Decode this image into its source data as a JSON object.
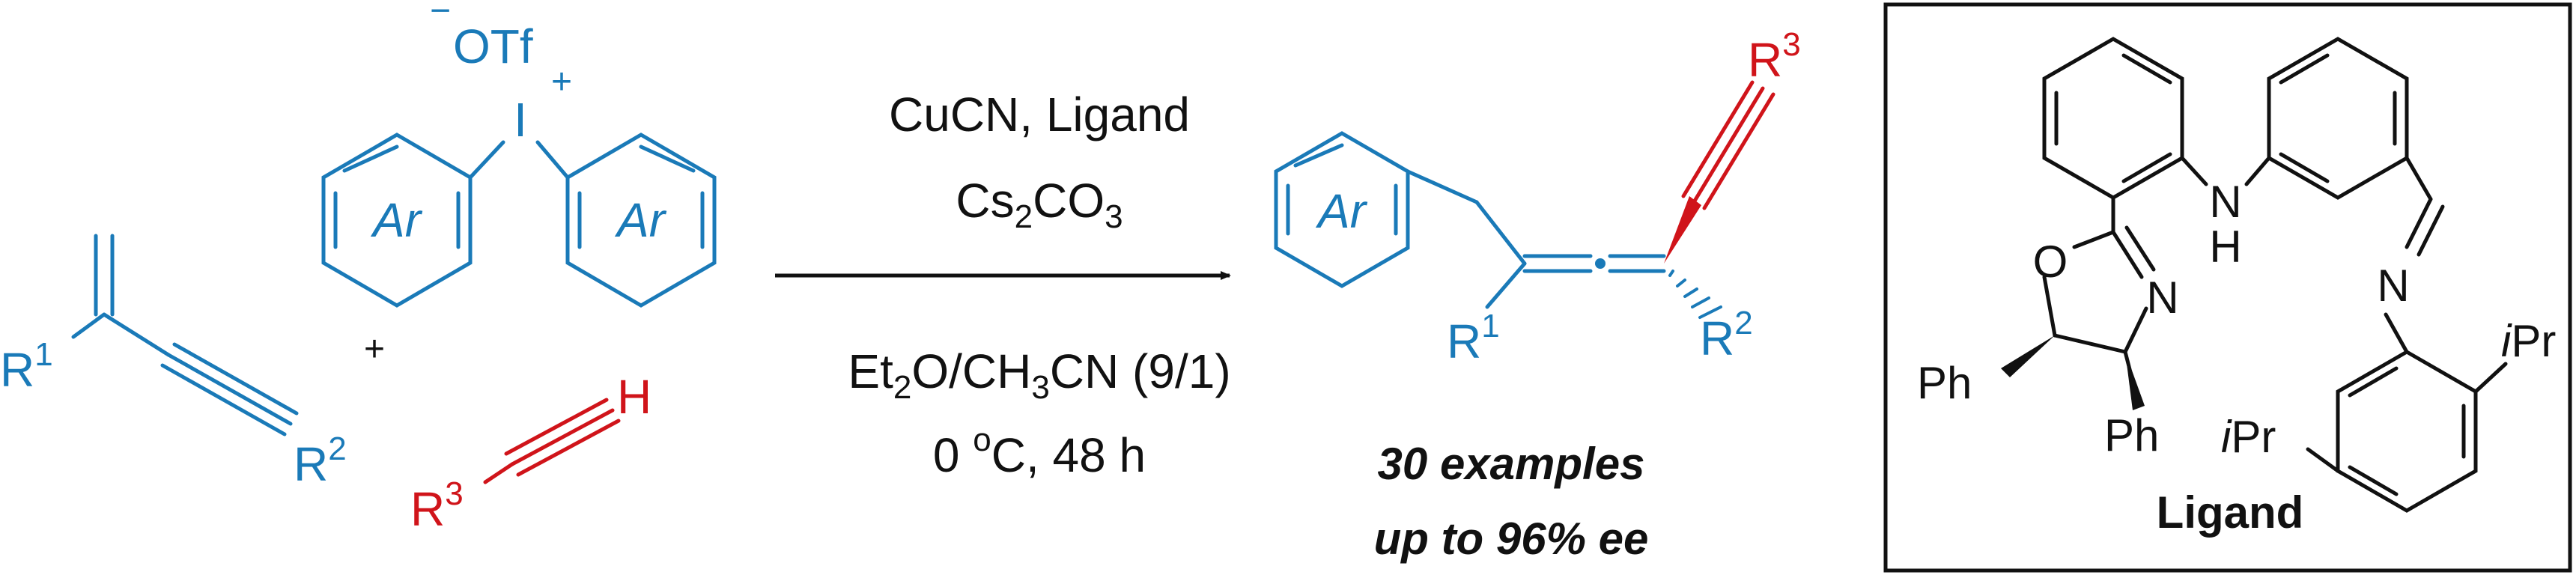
{
  "colors": {
    "reagent_blue": "#1a7ab8",
    "alkyne_red": "#d0141a",
    "black": "#111111"
  },
  "iodonium": {
    "counter_ion": "OTf",
    "counter_ion_charge": "−",
    "atom": "I",
    "atom_charge": "+",
    "aryl_left": "Ar",
    "aryl_right": "Ar"
  },
  "enyne": {
    "r1_base": "R",
    "r1_sup": "1",
    "r2_base": "R",
    "r2_sup": "2"
  },
  "plus_sign": "+",
  "alkyne": {
    "h_label": "H",
    "r3_base": "R",
    "r3_sup": "3"
  },
  "conditions": {
    "line1": "CuCN, Ligand",
    "line2_base": "Cs",
    "line2_sub1": "2",
    "line2_mid": "CO",
    "line2_sub2": "3",
    "solvent_a": "Et",
    "solvent_sub1": "2",
    "solvent_b": "O/CH",
    "solvent_sub2": "3",
    "solvent_c": "CN (9/1)",
    "temp_a": "0 ",
    "temp_sup": "o",
    "temp_b": "C, 48 h"
  },
  "product": {
    "aryl": "Ar",
    "r1_base": "R",
    "r1_sup": "1",
    "r2_base": "R",
    "r2_sup": "2",
    "r3_base": "R",
    "r3_sup": "3"
  },
  "results": {
    "line1": "30 examples",
    "line2": "up to 96% ee"
  },
  "ligand": {
    "title": "Ligand",
    "nh_n": "N",
    "nh_h": "H",
    "oxazoline_o": "O",
    "oxazoline_n": "N",
    "imine_n": "N",
    "ph_left": "Ph",
    "ph_right": "Ph",
    "ipr_right_i": "i",
    "ipr_right_pr": "Pr",
    "ipr_left_i": "i",
    "ipr_left_pr": "Pr"
  }
}
